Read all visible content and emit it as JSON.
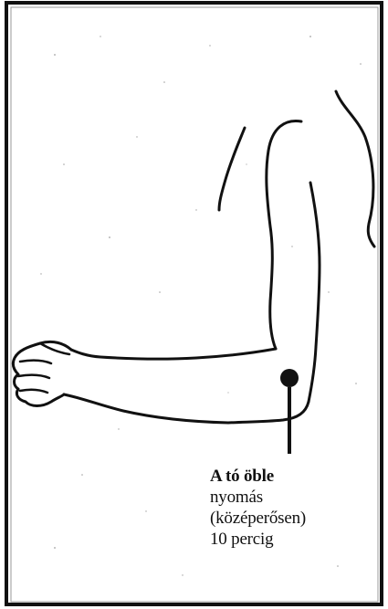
{
  "caption": {
    "line1": "A tó öble",
    "line2": "nyomás",
    "line3": "(középerősen)",
    "line4": "10 percig"
  },
  "colors": {
    "ink": "#111111",
    "background": "#ffffff"
  }
}
